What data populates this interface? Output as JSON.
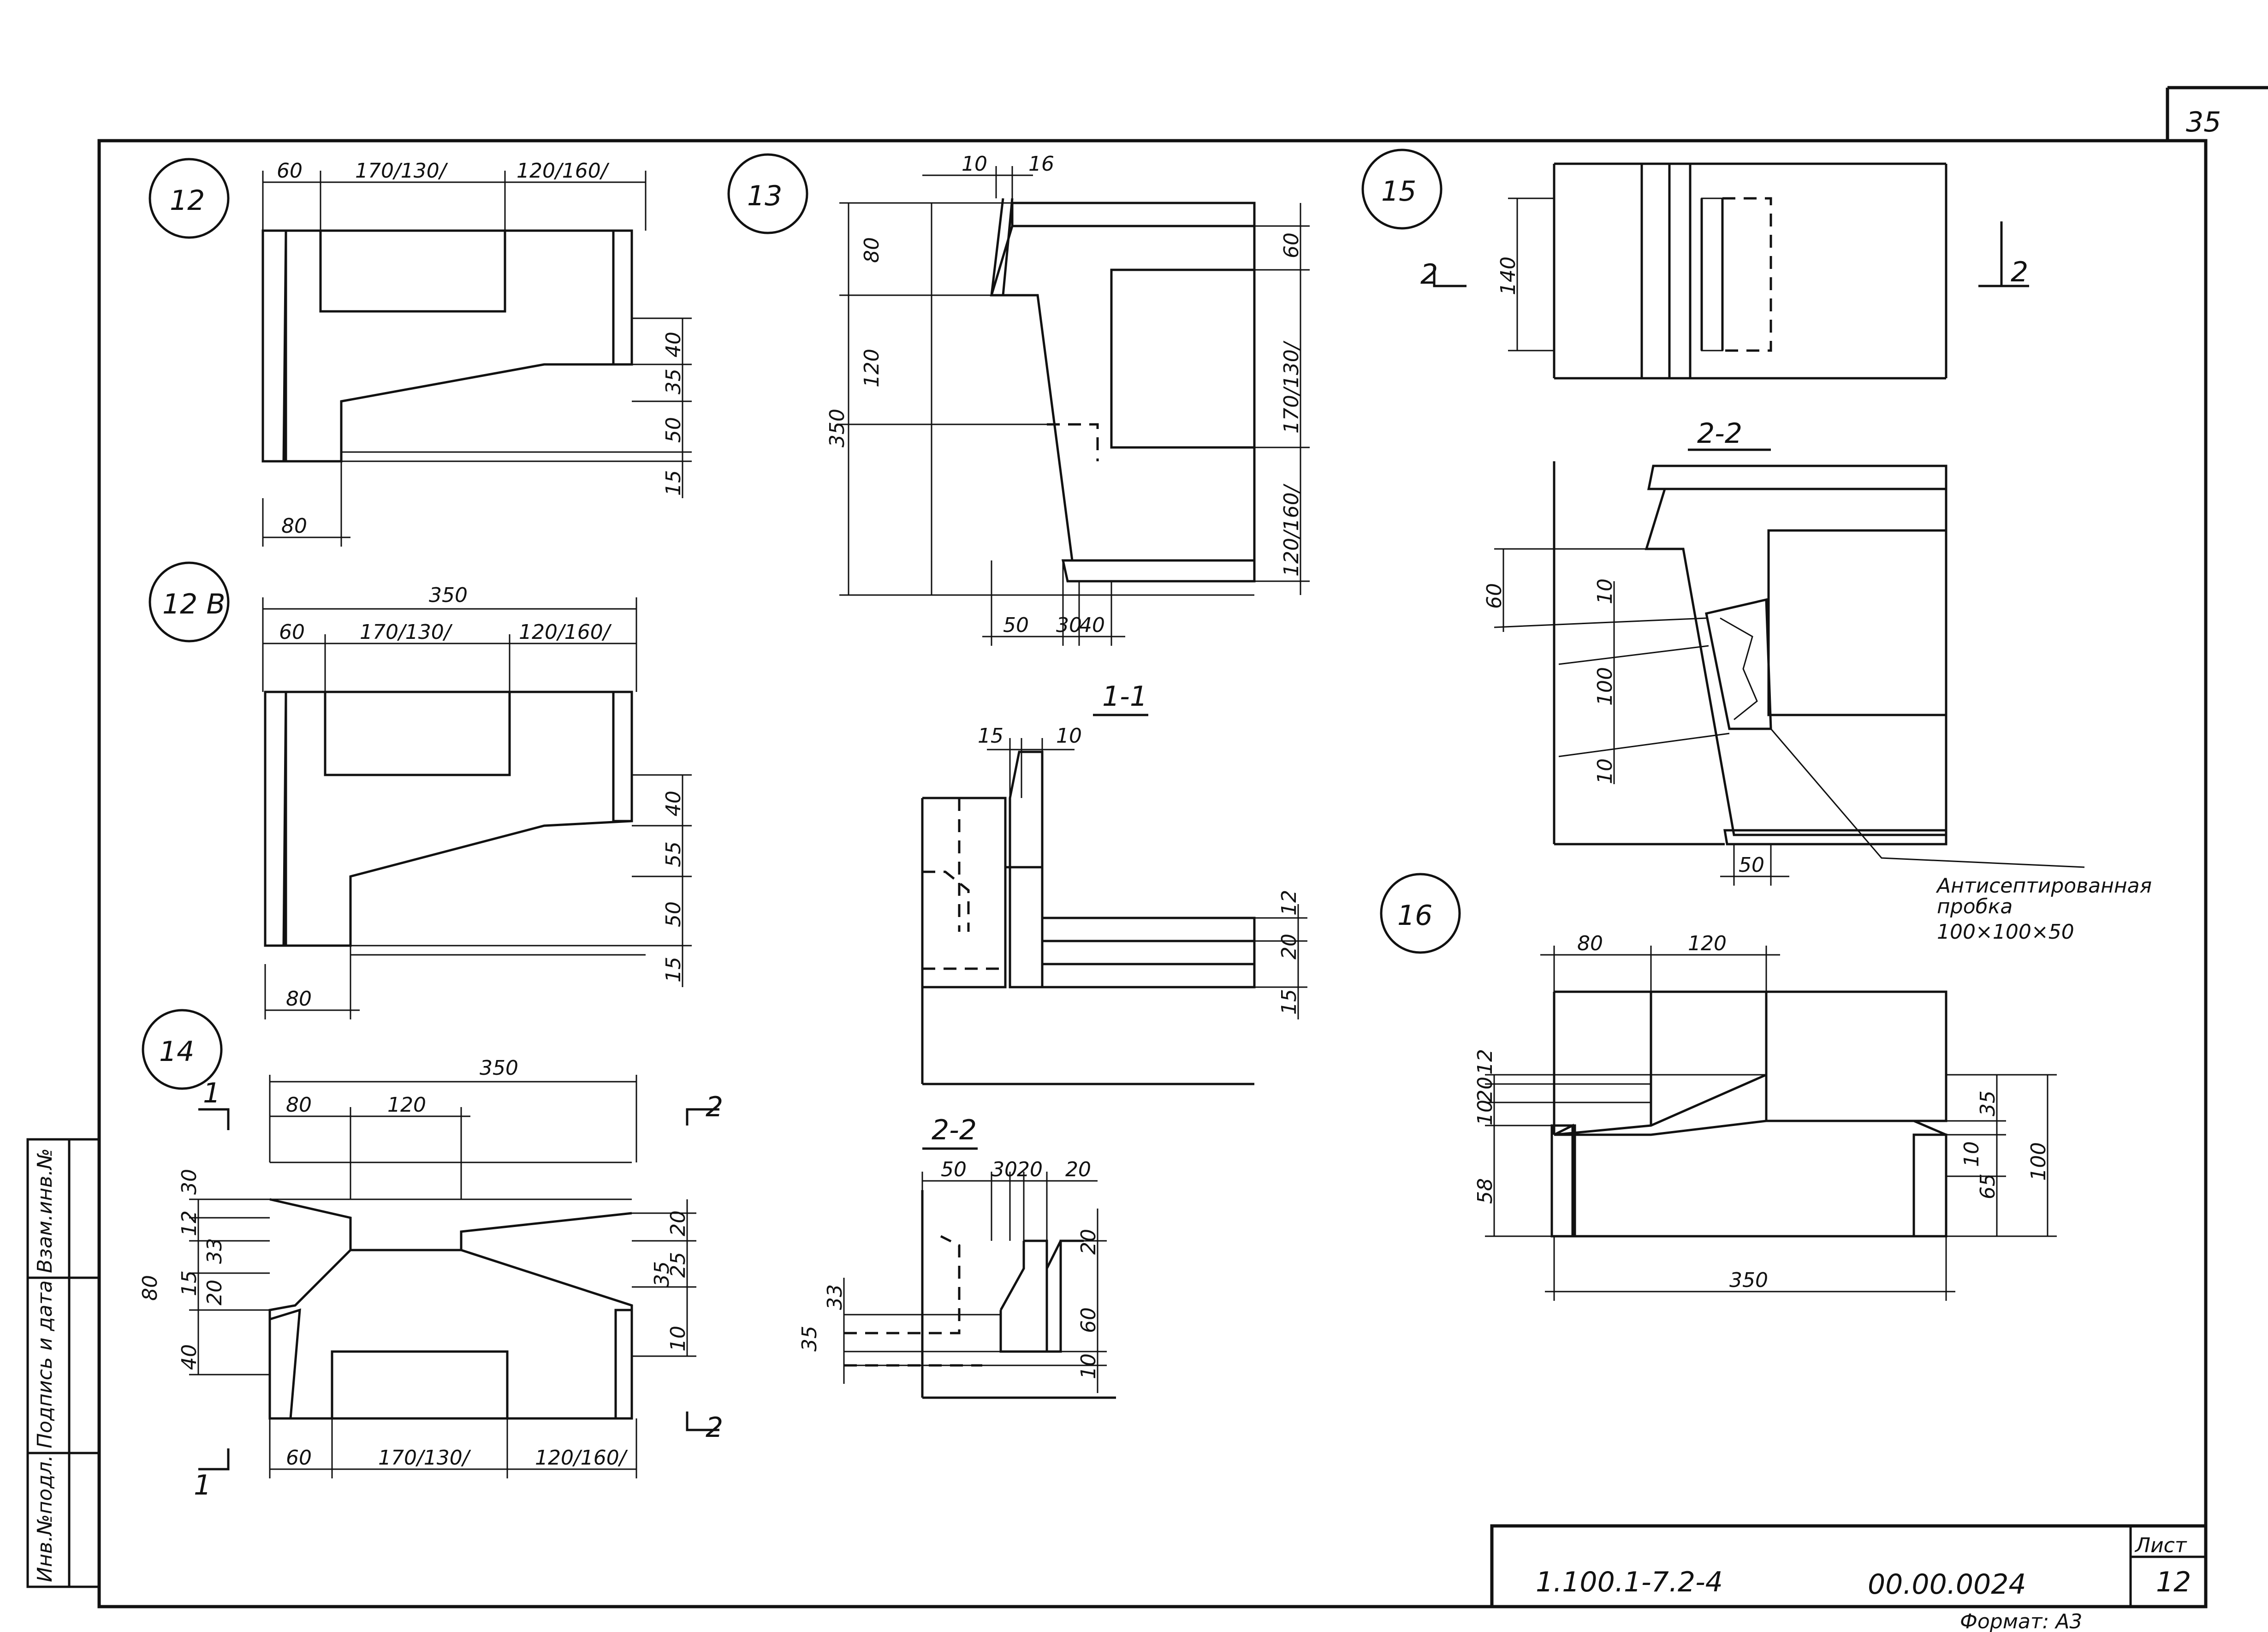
{
  "sheet": {
    "page_number": "35",
    "designation": "1.100.1-7.2-4",
    "code": "00.00.0024",
    "list_label": "Лист",
    "list_number": "12",
    "format_label": "Формат: А3",
    "side_stamp": [
      "Инв.№подл.",
      "Подпись и дата",
      "Взам.инв.№"
    ]
  },
  "details": {
    "d12": {
      "id": "12",
      "dims_top": [
        "60",
        "170/130/",
        "120/160/"
      ],
      "dims_right": [
        "40",
        "35",
        "50",
        "15"
      ],
      "dim_bottom": "80"
    },
    "d12b": {
      "id": "12 В",
      "dim_total": "350",
      "dims_top": [
        "60",
        "170/130/",
        "120/160/"
      ],
      "dims_right": [
        "40",
        "55",
        "50",
        "15"
      ],
      "dim_bottom": "80"
    },
    "d13": {
      "id": "13",
      "dims_top": [
        "10",
        "16"
      ],
      "dims_left": [
        "80",
        "120",
        "350"
      ],
      "dims_right": [
        "60",
        "170/130/",
        "120/160/"
      ],
      "dims_bottom": [
        "50",
        "30",
        "40"
      ]
    },
    "d14": {
      "id": "14",
      "dim_total": "350",
      "dims_top": [
        "80",
        "120"
      ],
      "dims_left": [
        "30",
        "12",
        "33",
        "80",
        "15",
        "20",
        "40"
      ],
      "dims_right": [
        "20",
        "25",
        "35",
        "10"
      ],
      "dims_bottom": [
        "60",
        "170/130/",
        "120/160/"
      ],
      "cut_marks": [
        "1",
        "1",
        "2",
        "2"
      ]
    },
    "d15": {
      "id": "15",
      "dim_left": "140",
      "cut_marks": [
        "2",
        "2"
      ]
    },
    "s22_right": {
      "label": "2-2",
      "dims_left": [
        "60",
        "10",
        "100",
        "10"
      ],
      "dim_bottom": "50",
      "note": [
        "Антисептированная",
        "пробка",
        "100×100×50"
      ]
    },
    "s11": {
      "label": "1-1",
      "dims_top": [
        "15",
        "10"
      ],
      "dims_right": [
        "12",
        "20",
        "15"
      ]
    },
    "s22_mid": {
      "label": "2-2",
      "dims_top": [
        "50",
        "30",
        "20",
        "20"
      ],
      "dims_left": [
        "33",
        "35"
      ],
      "dims_right": [
        "20",
        "60",
        "10"
      ]
    },
    "d16": {
      "id": "16",
      "dims_top": [
        "80",
        "120"
      ],
      "dims_left": [
        "12",
        "20",
        "10",
        "58"
      ],
      "dims_right": [
        "35",
        "10",
        "65",
        "100"
      ],
      "dim_bottom": "350"
    }
  }
}
